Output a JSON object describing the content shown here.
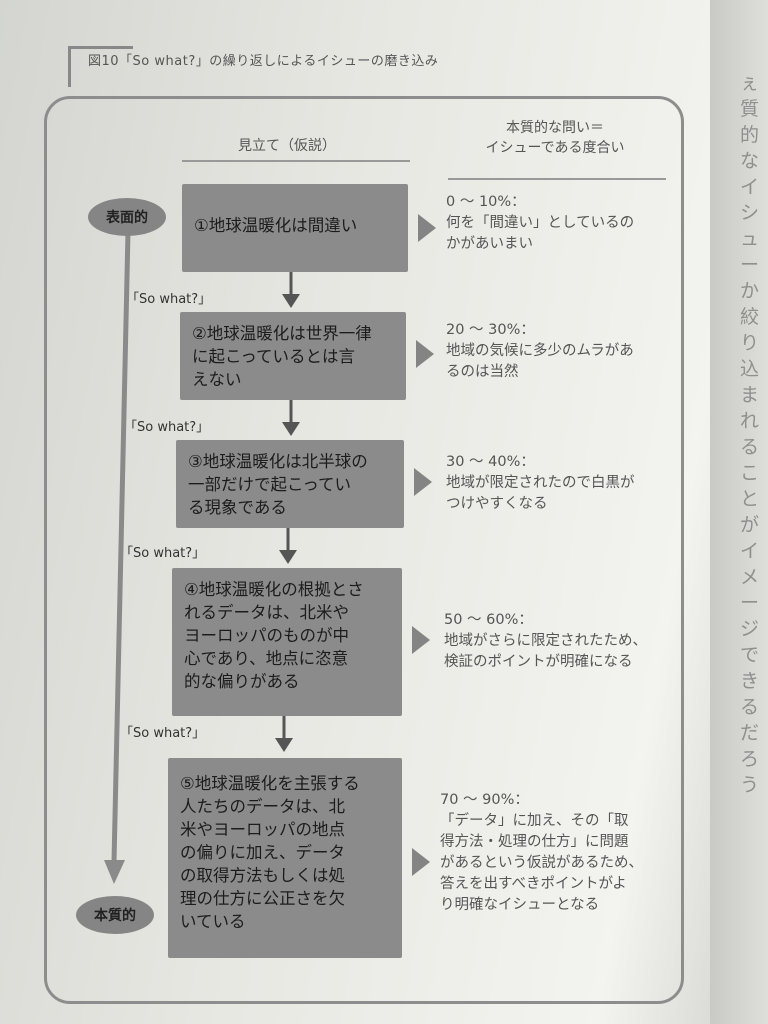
{
  "title": "図10「So what?」の繰り返しによるイシューの磨き込み",
  "col_left": "見立て（仮説）",
  "col_right": "本質的な問い＝\nイシューである度合い",
  "top_label": "表面的",
  "bottom_label": "本質的",
  "so_what": "「So what?」",
  "steps": [
    {
      "box": "①地球温暖化は間違い",
      "pct": "0 ～ 10%：",
      "desc": "何を「間違い」としているの\nかがあいまい"
    },
    {
      "box": "②地球温暖化は世界一律\nに起こっているとは言\nえない",
      "pct": "20 ～ 30%：",
      "desc": "地域の気候に多少のムラがあ\nるのは当然"
    },
    {
      "box": "③地球温暖化は北半球の\n一部だけで起こってい\nる現象である",
      "pct": "30 ～ 40%：",
      "desc": "地域が限定されたので白黒が\nつけやすくなる"
    },
    {
      "box": "④地球温暖化の根拠とさ\nれるデータは、北米や\nヨーロッパのものが中\n心であり、地点に恣意\n的な偏りがある",
      "pct": "50 ～ 60%：",
      "desc": "地域がさらに限定されたため、\n検証のポイントが明確になる"
    },
    {
      "box": "⑤地球温暖化を主張する\n人たちのデータは、北\n米やヨーロッパの地点\nの偏りに加え、データ\nの取得方法もしくは処\n理の仕方に公正さを欠\nいている",
      "pct": "70 ～ 90%：",
      "desc": "「データ」に加え、その「取\n得方法・処理の仕方」に問題\nがあるという仮説があるため、\n答えを出すべきポイントがよ\nり明確なイシューとなる"
    }
  ],
  "edge_text": "ぇ質的なイシューか絞り込まれることがイメージできるだろう"
}
